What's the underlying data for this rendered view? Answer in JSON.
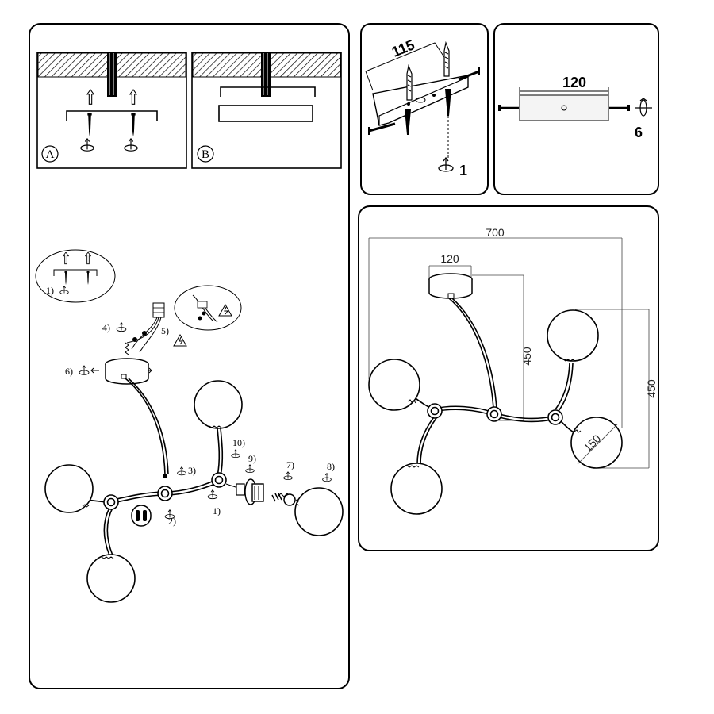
{
  "panel_mount_options": {
    "option_a_label": "A",
    "option_b_label": "B"
  },
  "panel_bracket": {
    "length_label": "115",
    "step_label": "1"
  },
  "panel_canopy": {
    "width_label": "120",
    "step_label": "6"
  },
  "panel_dimensions": {
    "total_width": "700",
    "canopy_width": "120",
    "drop_height": "450",
    "total_height": "450",
    "globe_diameter": "150"
  },
  "assembly_steps": {
    "step1_inset": "1)",
    "step1": "1)",
    "step2": "2)",
    "step3": "3)",
    "step4": "4)",
    "step5": "5)",
    "step6": "6)",
    "step7": "7)",
    "step8": "8)",
    "step9": "9)",
    "step10": "10)"
  },
  "icons": [
    "screw-icon",
    "wall-plug-icon",
    "rotate-arrow-icon",
    "warning-icon",
    "globe-shade-icon",
    "ceiling-hatch-icon"
  ]
}
